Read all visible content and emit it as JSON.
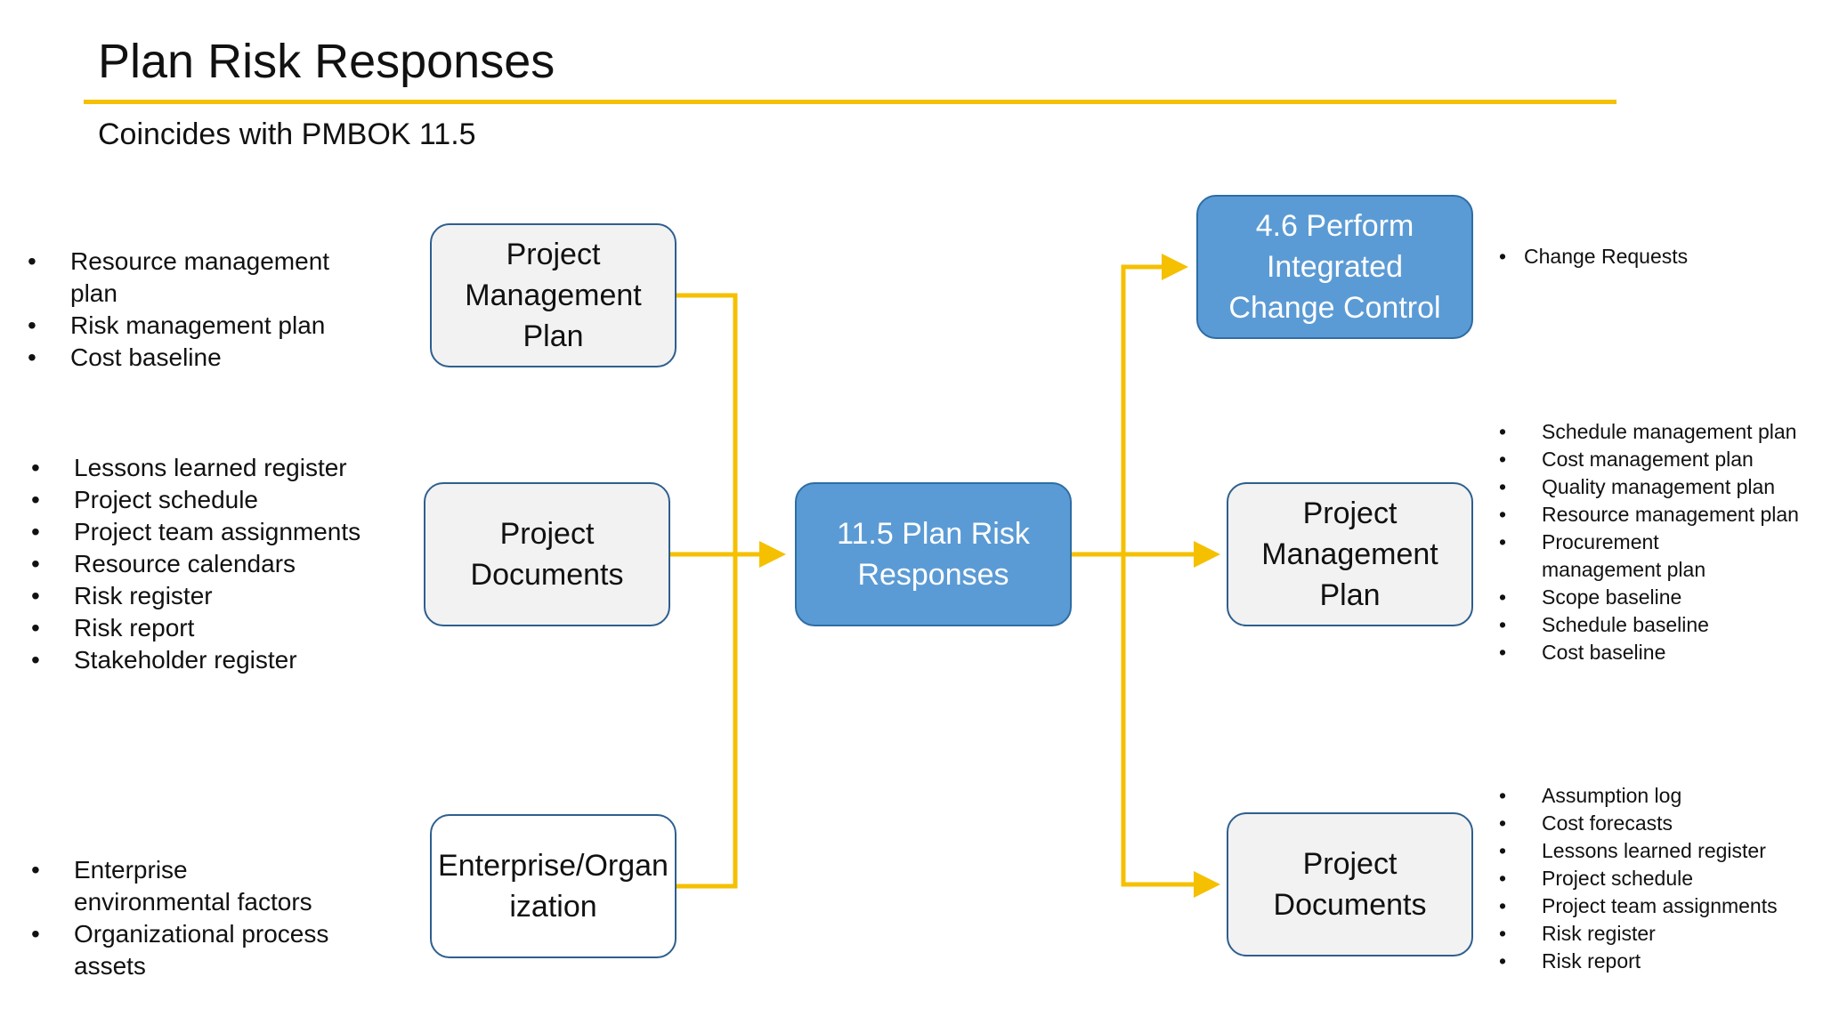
{
  "header": {
    "title": "Plan Risk Responses",
    "subtitle": "Coincides with PMBOK 11.5"
  },
  "colors": {
    "rule": "#f5c000",
    "connector": "#f5c000",
    "box_blue": "#5b9bd5",
    "box_grey": "#f2f2f2",
    "box_border": "#2e5f8e"
  },
  "inputs": [
    {
      "label": "Project Management Plan",
      "items": [
        "Resource management plan",
        "Risk management plan",
        "Cost baseline"
      ]
    },
    {
      "label": "Project Documents",
      "items": [
        "Lessons learned register",
        "Project schedule",
        "Project team assignments",
        "Resource calendars",
        "Risk register",
        "Risk report",
        "Stakeholder register"
      ]
    },
    {
      "label": "Enterprise/Organization",
      "items": [
        "Enterprise environmental factors",
        "Organizational process assets"
      ]
    }
  ],
  "process": {
    "label": "11.5 Plan Risk Responses"
  },
  "outputs": [
    {
      "label": "4.6 Perform Integrated Change Control",
      "items": [
        "Change Requests"
      ]
    },
    {
      "label": "Project Management Plan",
      "items": [
        "Schedule management plan",
        "Cost management plan",
        "Quality management plan",
        "Resource management plan",
        "Procurement management plan",
        "Scope baseline",
        "Schedule baseline",
        "Cost baseline"
      ]
    },
    {
      "label": "Project Documents",
      "items": [
        "Assumption log",
        "Cost forecasts",
        "Lessons learned register",
        "Project schedule",
        "Project team assignments",
        "Risk register",
        "Risk report"
      ]
    }
  ]
}
